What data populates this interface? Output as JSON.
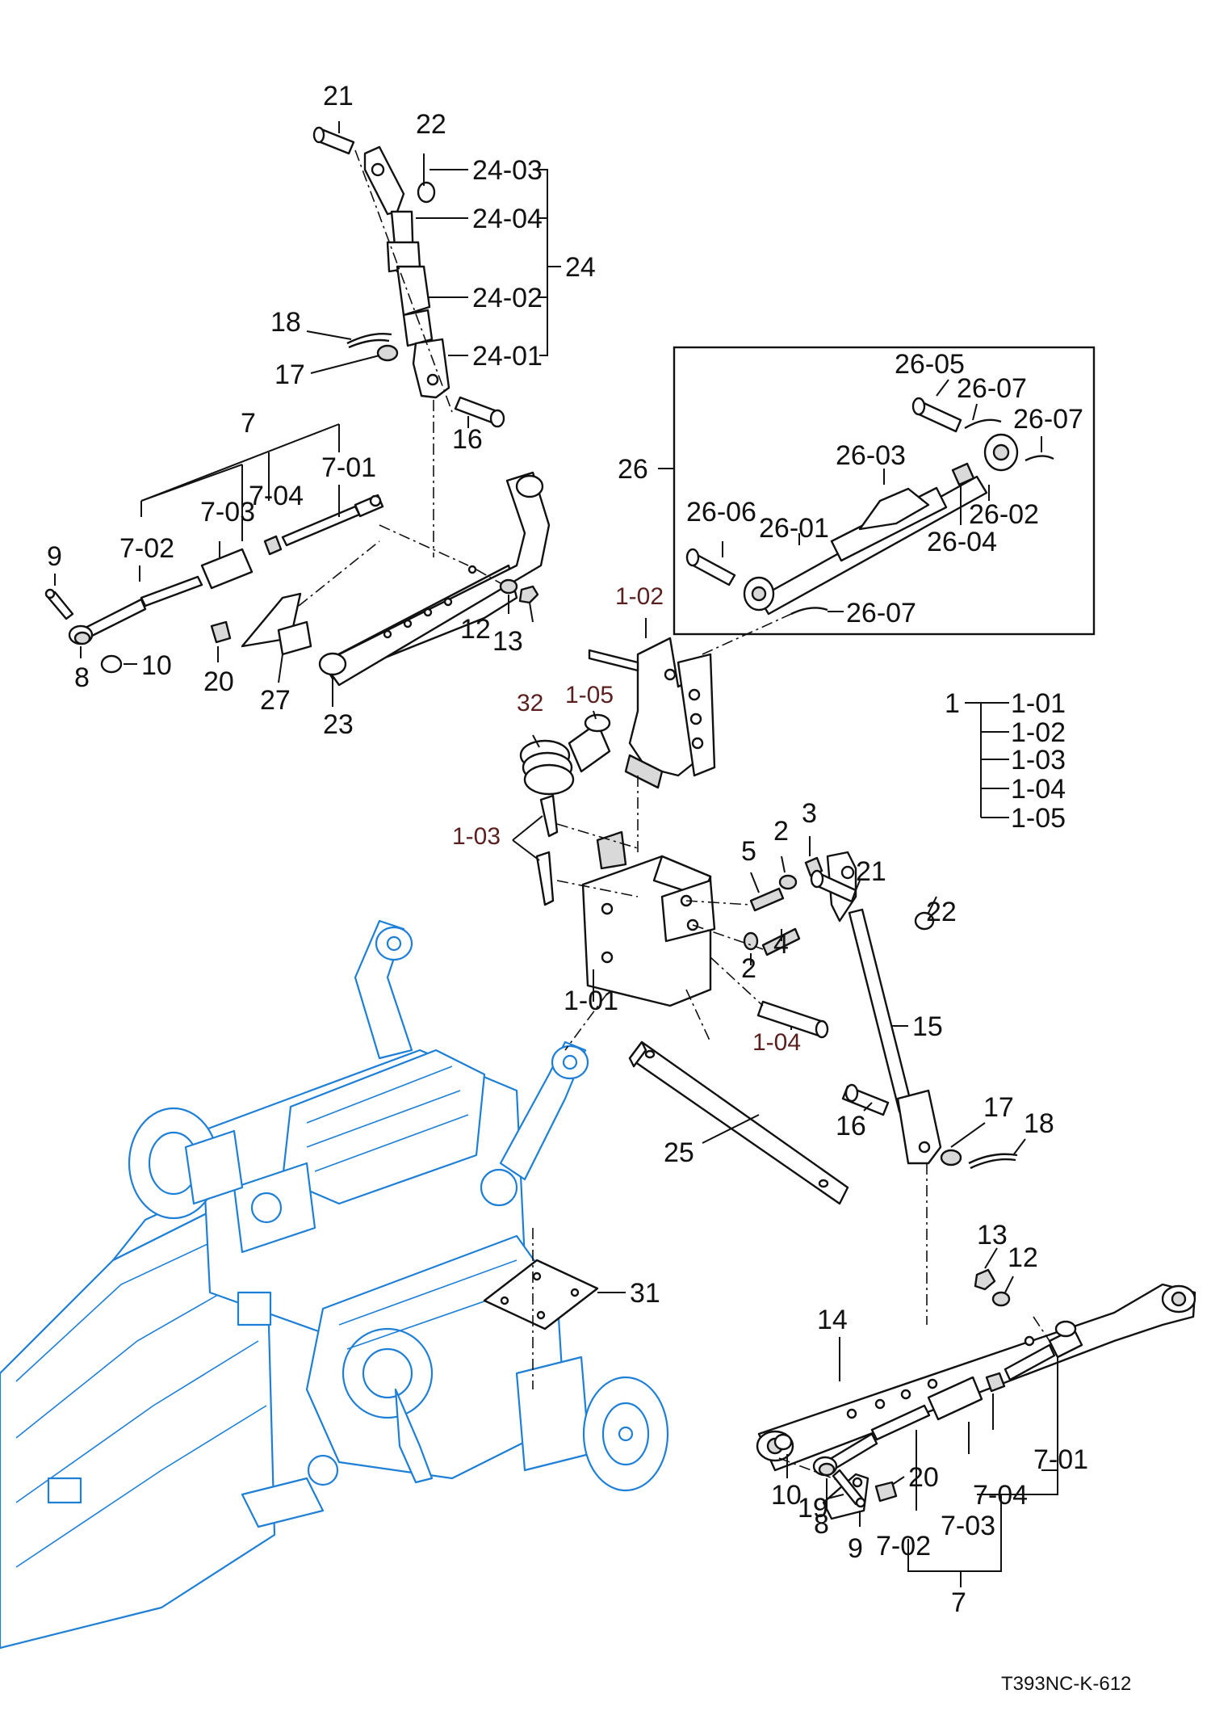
{
  "drawing_code": "T393NC-K-612",
  "colors": {
    "line": "#111111",
    "gearbox": "#1e7fd6",
    "sub_label": "#5a1f1f"
  },
  "labels": {
    "p21_top": "21",
    "p22_top": "22",
    "p24_03": "24-03",
    "p24_04": "24-04",
    "p24": "24",
    "p24_02": "24-02",
    "p18_top": "18",
    "p24_01": "24-01",
    "p17_top": "17",
    "p16_top": "16",
    "p7_top": "7",
    "p7_01_top": "7-01",
    "p7_03_top": "7-03",
    "p7_04_top": "7-04",
    "p7_02_top": "7-02",
    "p9_top": "9",
    "p10_top": "10",
    "p8_top": "8",
    "p20_top": "20",
    "p27": "27",
    "p23": "23",
    "p12_top": "12",
    "p13_top": "13",
    "p26": "26",
    "p26_05": "26-05",
    "p26_07_a": "26-07",
    "p26_07_b": "26-07",
    "p26_03": "26-03",
    "p26_06": "26-06",
    "p26_01": "26-01",
    "p26_02": "26-02",
    "p26_04": "26-04",
    "p26_07_c": "26-07",
    "p1_02": "1-02",
    "p32": "32",
    "p1_05": "1-05",
    "p1_03": "1-03",
    "p1_01": "1-01",
    "p1_04": "1-04",
    "p5": "5",
    "p2_a": "2",
    "p3": "3",
    "p2_b": "2",
    "p4": "4",
    "p21_bot": "21",
    "p22_bot": "22",
    "p15": "15",
    "p16_bot": "16",
    "p17_bot": "17",
    "p18_bot": "18",
    "p25": "25",
    "p31": "31",
    "p13_bot": "13",
    "p12_bot": "12",
    "p14": "14",
    "p20_bot": "20",
    "p19": "19",
    "p7_01_bot": "7-01",
    "p7_04_bot": "7-04",
    "p7_03_bot": "7-03",
    "p7_02_bot": "7-02",
    "p7_bot": "7",
    "p10_bot": "10",
    "p8_bot": "8",
    "p9_bot": "9"
  },
  "assembly_1": {
    "parent": "1",
    "children": [
      "1-01",
      "1-02",
      "1-03",
      "1-04",
      "1-05"
    ]
  }
}
